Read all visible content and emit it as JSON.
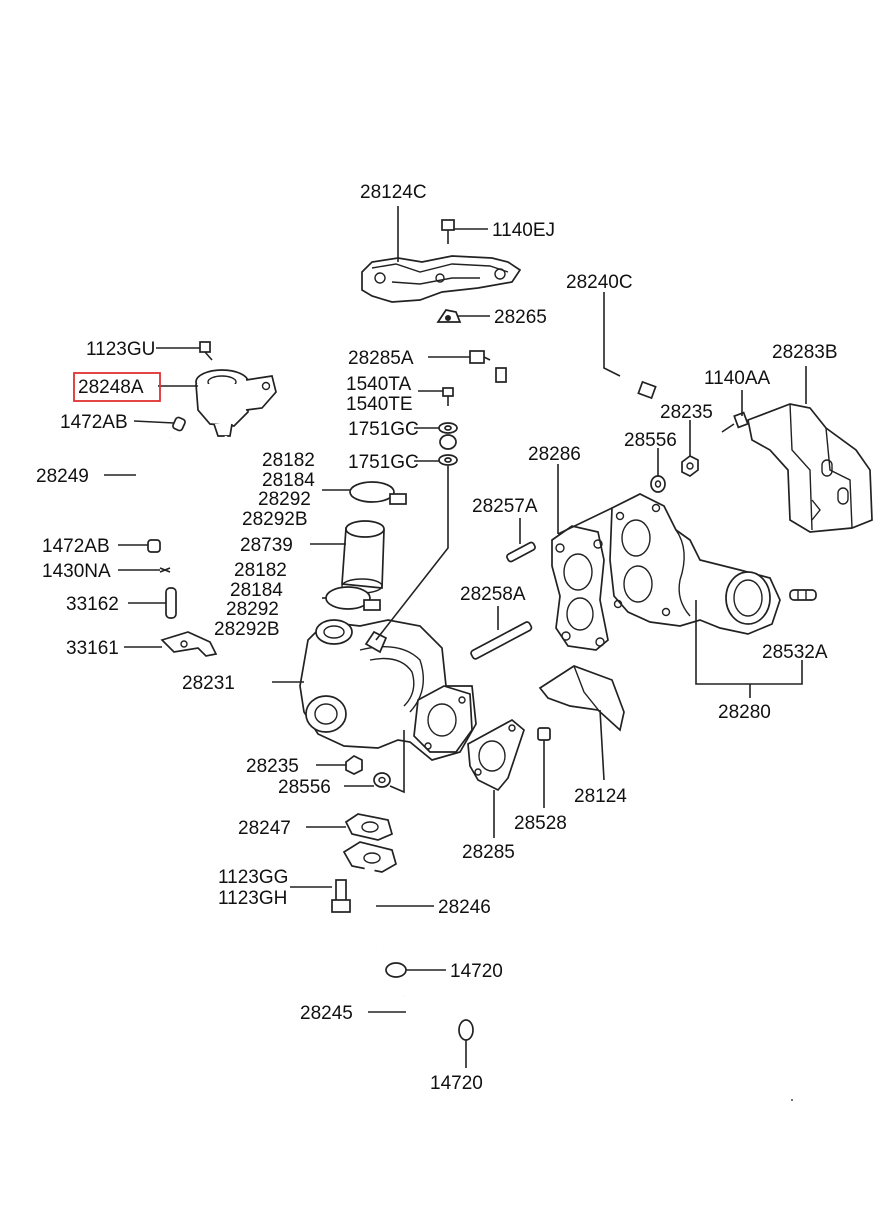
{
  "diagram": {
    "highlight_color": "#e03030",
    "highlighted_part": "28248A",
    "labels": {
      "p28124C": "28124C",
      "p1140EJ": "1140EJ",
      "p28240C": "28240C",
      "p28265": "28265",
      "p1123GU": "1123GU",
      "p28248A": "28248A",
      "p1472AB_a": "1472AB",
      "p28249": "28249",
      "p1472AB_b": "1472AB",
      "p1430NA": "1430NA",
      "p33162": "33162",
      "p33161": "33161",
      "p28285A": "28285A",
      "p1540TA": "1540TA",
      "p1540TE": "1540TE",
      "p1751GC_a": "1751GC",
      "p1751GC_b": "1751GC",
      "p28283B": "28283B",
      "p1140AA": "1140AA",
      "p28235_a": "28235",
      "p28556_a": "28556",
      "p28286": "28286",
      "p28182_a": "28182",
      "p28184_a": "28184",
      "p28292_a": "28292",
      "p28292B_a": "28292B",
      "p28739": "28739",
      "p28182_b": "28182",
      "p28184_b": "28184",
      "p28292_b": "28292",
      "p28292B_b": "28292B",
      "p28257A": "28257A",
      "p28258A": "28258A",
      "p28532A": "28532A",
      "p28280": "28280",
      "p28231": "28231",
      "p28235_b": "28235",
      "p28556_b": "28556",
      "p28124": "28124",
      "p28528": "28528",
      "p28285": "28285",
      "p28247": "28247",
      "p1123GG": "1123GG",
      "p1123GH": "1123GH",
      "p28246": "28246",
      "p14720_a": "14720",
      "p28245": "28245",
      "p14720_b": "14720"
    }
  }
}
